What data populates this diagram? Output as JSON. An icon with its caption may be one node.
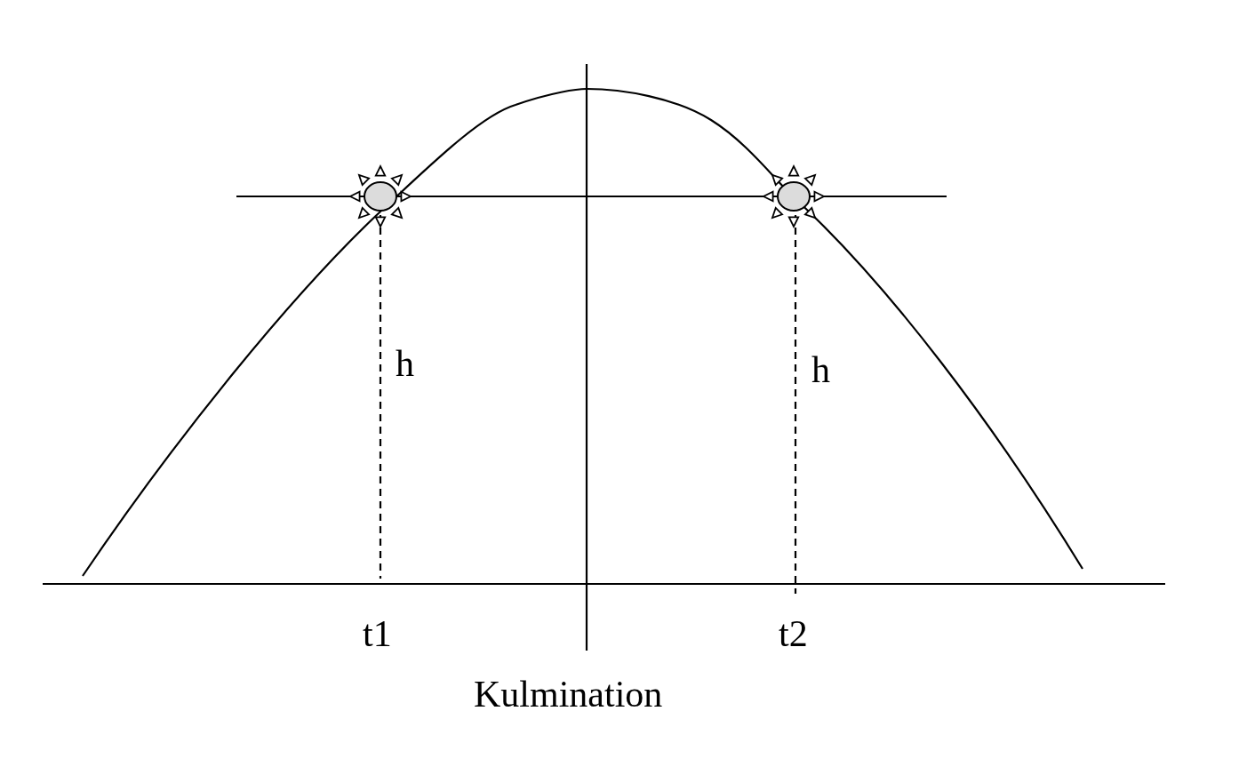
{
  "diagram": {
    "labels": [
      "h",
      "h",
      "t1",
      "t2",
      "Kulmination"
    ]
  }
}
